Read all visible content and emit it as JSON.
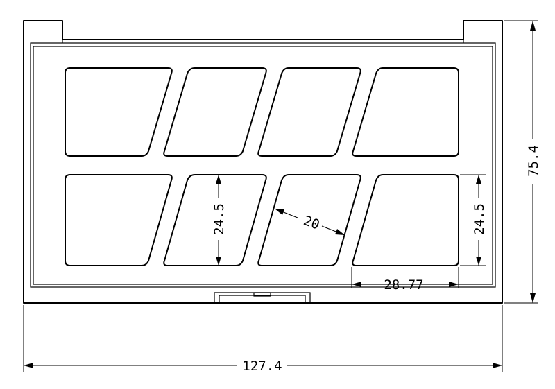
{
  "dimensions": {
    "overall_width": "127.4",
    "overall_height": "75.4",
    "cell_height_left": "24.5",
    "cell_height_right": "24.5",
    "cell_gap": "20",
    "cell_width": "28.77"
  }
}
